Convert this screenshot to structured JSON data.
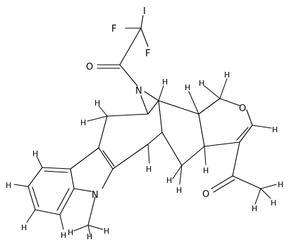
{
  "structure": {
    "heteroatoms": {
      "fluorine_left": "F",
      "fluorine_bottom": "F",
      "iodine_top": "I",
      "oxygen_amide": "O",
      "nitrogen_bridge": "N",
      "oxygen_ring": "O",
      "nitrogen_indole": "N",
      "oxygen_ketone": "O"
    },
    "hydrogen_label": "H"
  }
}
